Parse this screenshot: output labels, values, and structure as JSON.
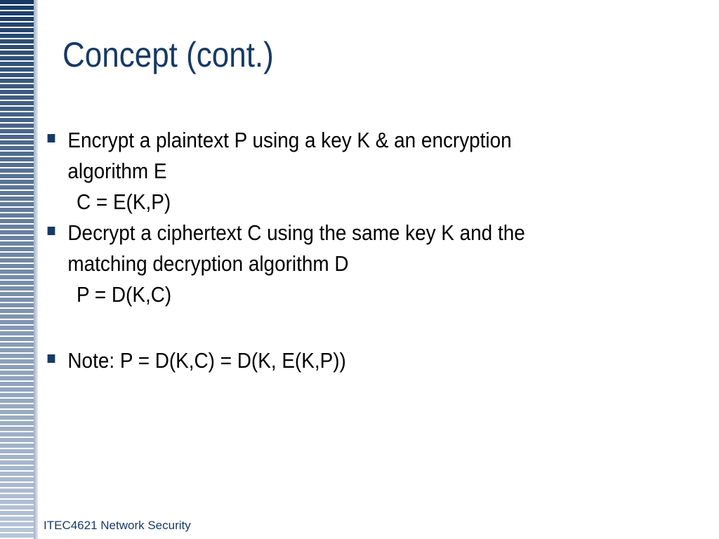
{
  "slide": {
    "title": "Concept (cont.)",
    "bullets": [
      {
        "lines": [
          "Encrypt a plaintext P using a key K & an encryption",
          "algorithm E"
        ],
        "formula": "C = E(K,P)"
      },
      {
        "lines": [
          "Decrypt a ciphertext C using the same key K and the",
          "matching decryption algorithm D"
        ],
        "formula": "P = D(K,C)"
      },
      {
        "lines": [
          "Note: P = D(K,C) = D(K, E(K,P))"
        ]
      }
    ],
    "footer": "ITEC4621 Network Security"
  },
  "colors": {
    "title": "#173a65",
    "bullet_marker": "#173a65",
    "body_text": "#000000",
    "sidebar_dark": "#173a65",
    "sidebar_light": "#b8c6d9"
  }
}
